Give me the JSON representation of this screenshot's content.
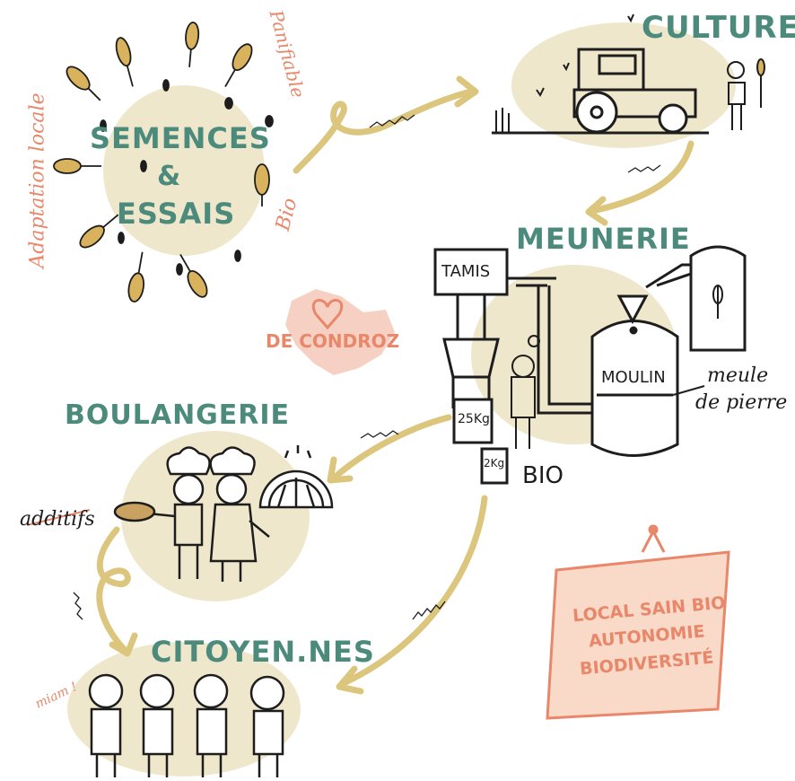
{
  "colors": {
    "teal": "#4c8b7c",
    "salmon": "#e8876a",
    "cream": "#efe7cb",
    "arrow": "#dcc67e",
    "ink": "#1d1d1d"
  },
  "semences": {
    "title_line1": "SEMENCES",
    "title_line2": "&",
    "title_line3": "ESSAIS",
    "side_left": "Adaptation locale",
    "side_right_top": "Panifiable",
    "side_right": "Bio"
  },
  "culture": {
    "title": "CULTURE"
  },
  "meunerie": {
    "title": "MEUNERIE",
    "tamis": "TAMIS",
    "moulin": "MOULIN",
    "meule_line1": "meule",
    "meule_line2": "de pierre",
    "bag_large": "25Kg",
    "bag_small": "2Kg",
    "bio": "BIO"
  },
  "condroz": {
    "label": "DE CONDROZ"
  },
  "boulangerie": {
    "title": "BOULANGERIE",
    "additifs": "additifs"
  },
  "citoyens": {
    "title": "CITOYEN.NES",
    "mmm": "miam !"
  },
  "sign": {
    "line1": "LOCAL SAIN BIO",
    "line2": "AUTONOMIE",
    "line3": "BIODIVERSITÉ"
  }
}
